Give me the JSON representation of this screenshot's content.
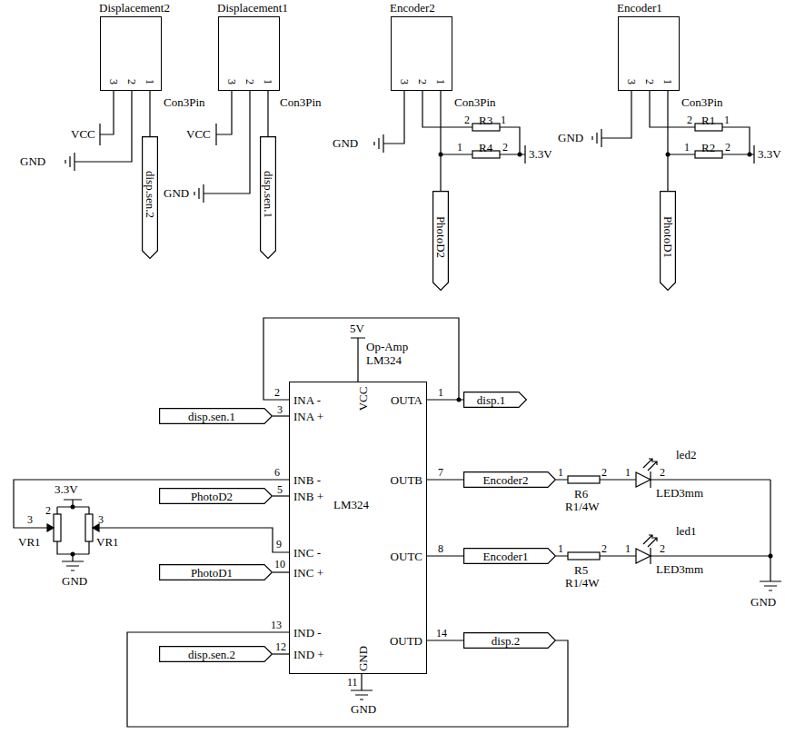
{
  "diagram": {
    "nodes": [
      {
        "text": [
          "Displacement2"
        ]
      },
      {
        "text": [
          "Displacement1"
        ]
      },
      {
        "text": [
          "Encoder2"
        ]
      },
      {
        "text": [
          "Encoder1"
        ]
      },
      {
        "text": [
          "disp.sen.2"
        ]
      },
      {
        "text": [
          "disp.sen.1"
        ]
      },
      {
        "text": [
          "PhotoD2"
        ]
      },
      {
        "text": [
          "PhotoD1"
        ]
      },
      {
        "text": [
          "Op-Amp LM324",
          "INA -",
          "INA +",
          "VCC",
          "OUTA",
          "INB -",
          "INB +",
          "OUTB",
          "LM324",
          "INC -",
          "INC +",
          "OUTC",
          "IND -",
          "IND +",
          "GND",
          "OUTD"
        ]
      },
      {
        "text": [
          "disp.sen.1"
        ]
      },
      {
        "text": [
          "PhotoD2"
        ]
      },
      {
        "text": [
          "PhotoD1"
        ]
      },
      {
        "text": [
          "disp.sen.2"
        ]
      },
      {
        "text": [
          "disp.1"
        ]
      },
      {
        "text": [
          "Encoder2"
        ]
      },
      {
        "text": [
          "Encoder1"
        ]
      },
      {
        "text": [
          "disp.2"
        ]
      }
    ],
    "edges": [
      {
        "from": 0,
        "to": 4,
        "arrow": "none"
      },
      {
        "from": 1,
        "to": 5,
        "arrow": "none"
      },
      {
        "from": 2,
        "to": 6,
        "arrow": "none"
      },
      {
        "from": 3,
        "to": 7,
        "arrow": "none"
      },
      {
        "from": 9,
        "to": 8,
        "arrow": "none"
      },
      {
        "from": 10,
        "to": 8,
        "arrow": "none"
      },
      {
        "from": 11,
        "to": 8,
        "arrow": "none"
      },
      {
        "from": 12,
        "to": 8,
        "arrow": "none"
      },
      {
        "from": 8,
        "to": 13,
        "arrow": "none"
      },
      {
        "from": 8,
        "to": 14,
        "arrow": "none"
      },
      {
        "from": 8,
        "to": 15,
        "arrow": "none"
      },
      {
        "from": 8,
        "to": 16,
        "arrow": "none"
      }
    ],
    "labels": [
      "3",
      "2",
      "1",
      "Con3Pin",
      "VCC",
      "GND",
      "3",
      "2",
      "1",
      "Con3Pin",
      "VCC",
      "GND",
      "3",
      "2",
      "1",
      "Con3Pin",
      "GND",
      "2",
      "R3",
      "1",
      "1",
      "R4",
      "2",
      "3.3V",
      "3",
      "2",
      "1",
      "Con3Pin",
      "GND",
      "2",
      "R1",
      "1",
      "1",
      "R2",
      "2",
      "3.3V",
      "5V",
      "2",
      "3",
      "1",
      "6",
      "5",
      "7",
      "9",
      "10",
      "8",
      "13",
      "12",
      "14",
      "11",
      "GND",
      "3.3V",
      "2",
      "3",
      "VR1",
      "VR1",
      "3",
      "GND",
      "1",
      "2",
      "R6",
      "R1/4W",
      "1",
      "2",
      "led2",
      "LED3mm",
      "1",
      "2",
      "R5",
      "R1/4W",
      "1",
      "2",
      "led1",
      "LED3mm",
      "GND"
    ]
  }
}
